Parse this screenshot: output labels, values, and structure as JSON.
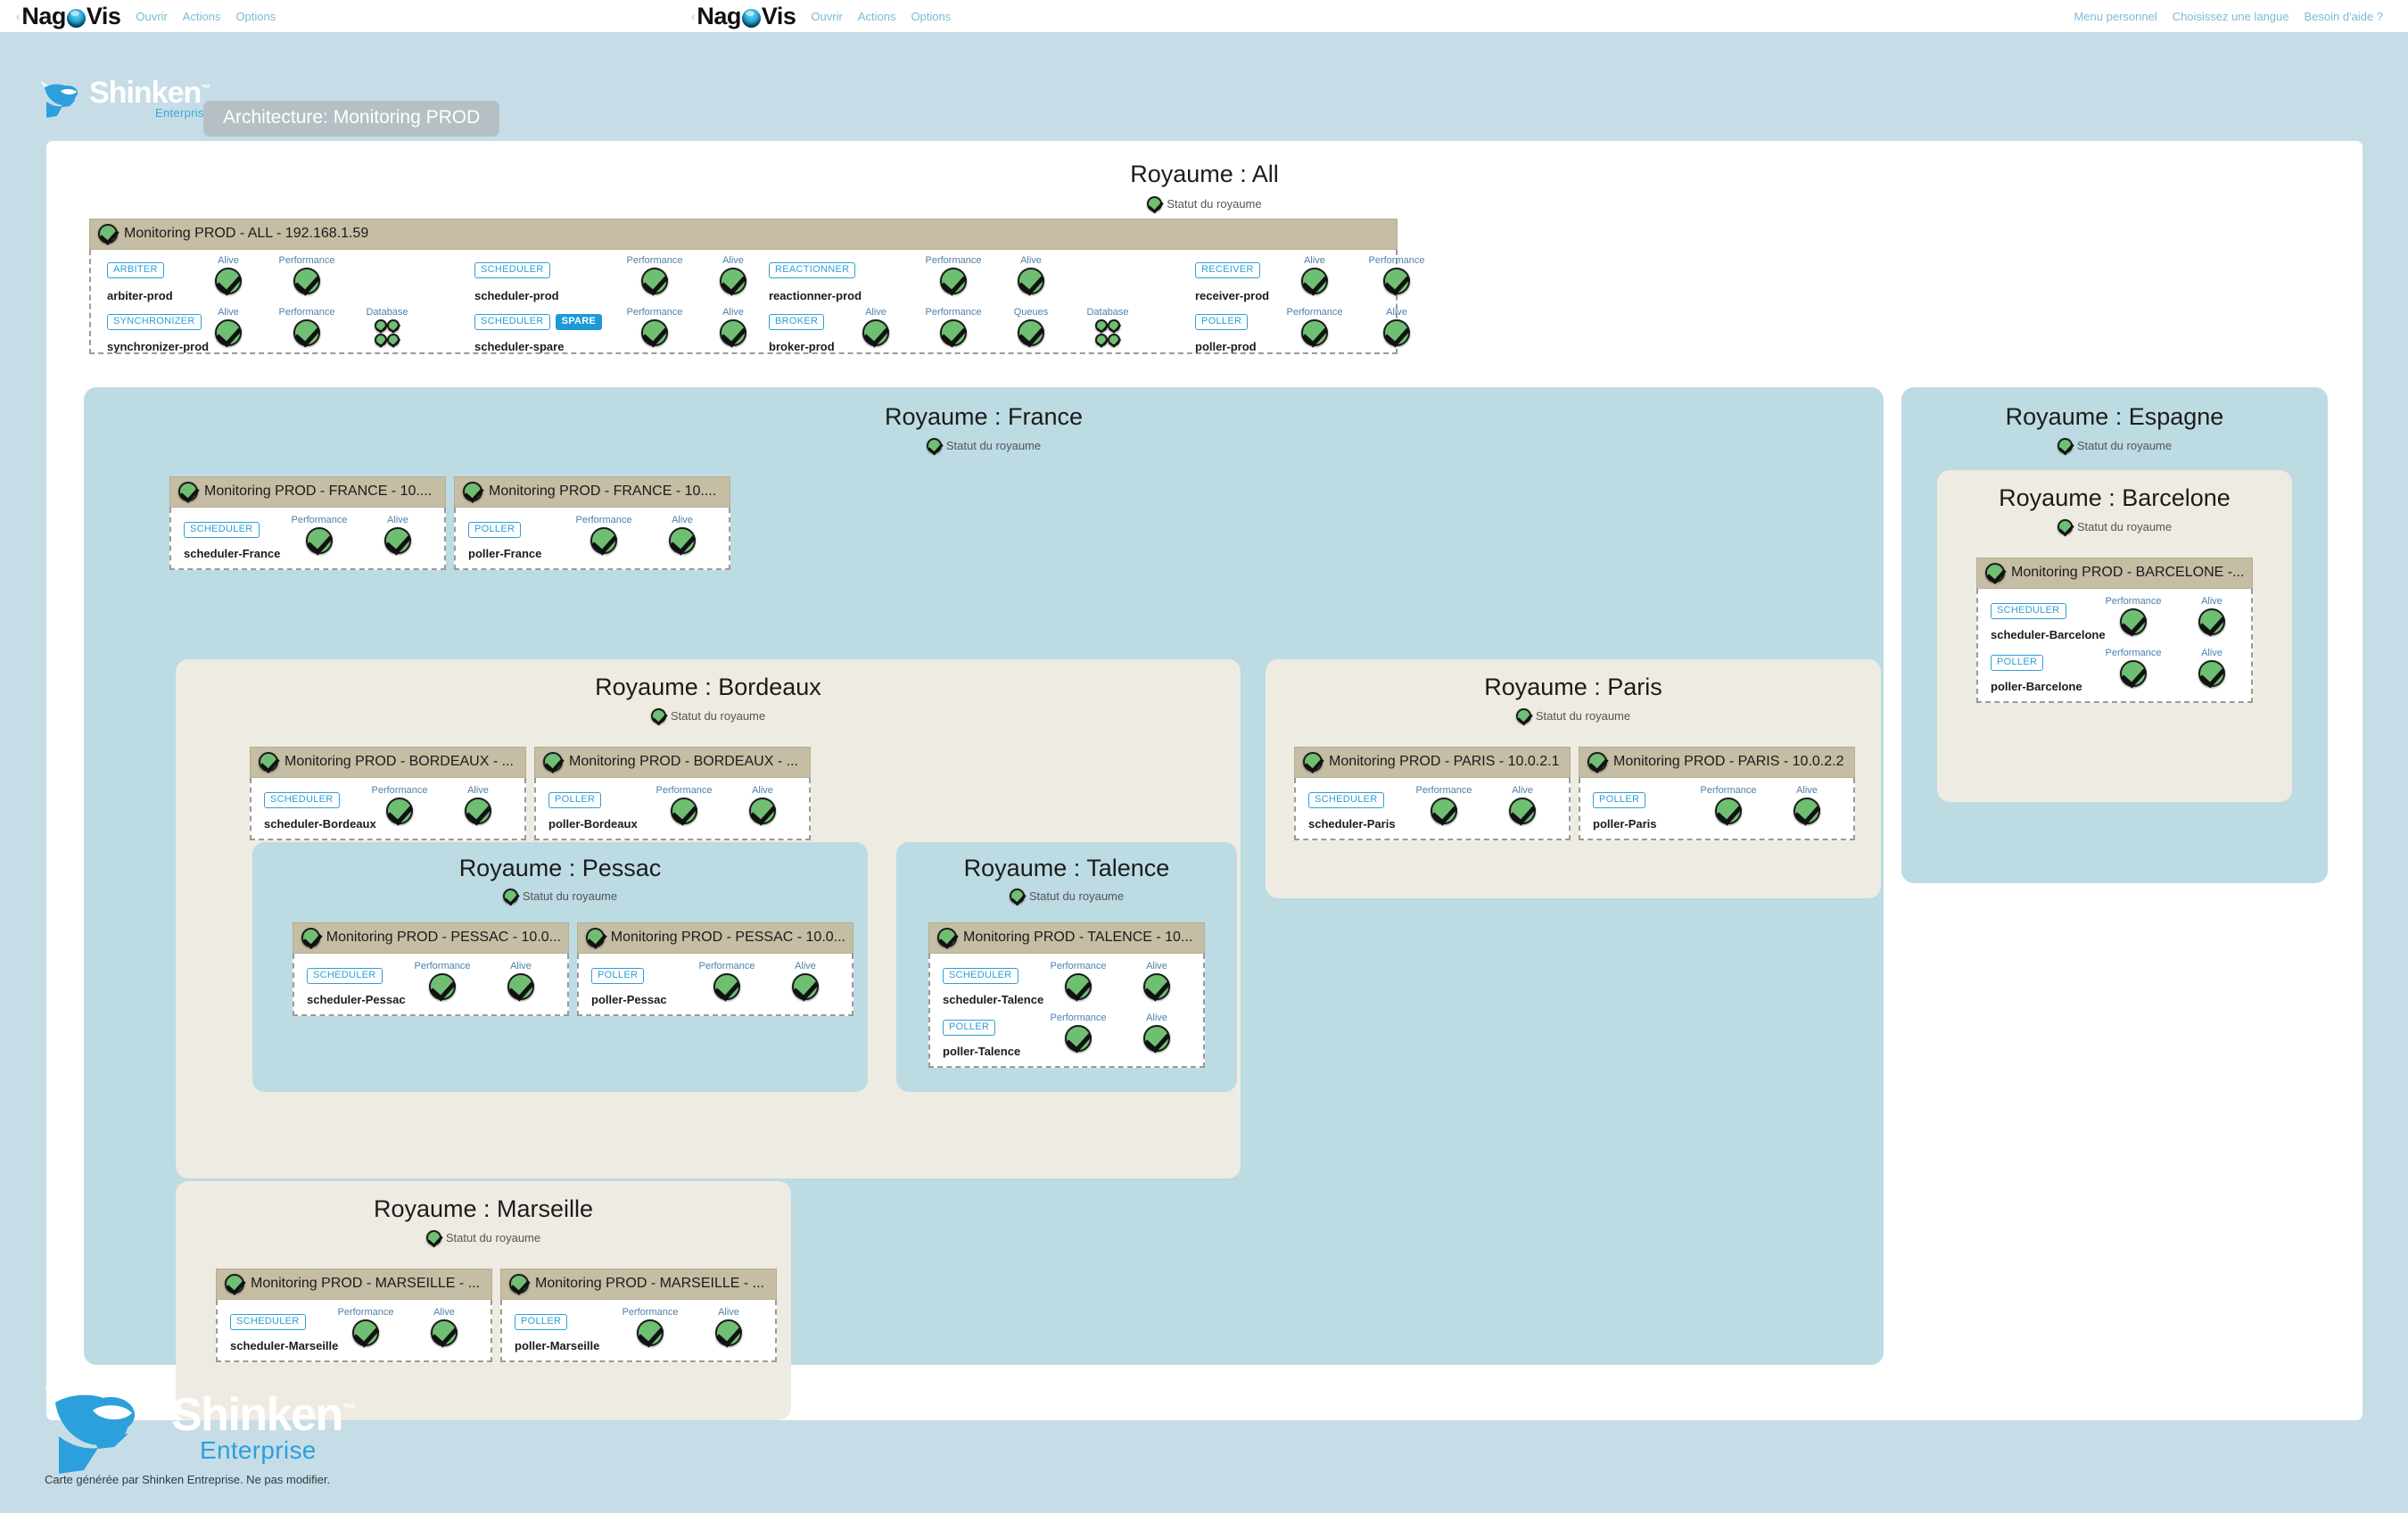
{
  "nav": {
    "brand": "NagVis",
    "links": [
      "Ouvrir",
      "Actions",
      "Options"
    ],
    "right_links": [
      "Menu personnel",
      "Choisissez une langue",
      "Besoin d'aide ?"
    ]
  },
  "brand": {
    "name": "Shinken",
    "tm": "™",
    "sub": "Enterprise",
    "map_title": "Architecture: Monitoring PROD"
  },
  "footer": {
    "name": "Shinken",
    "tm": "™",
    "sub": "Enterprise",
    "note": "Carte générée par Shinken Entreprise. Ne pas modifier."
  },
  "labels": {
    "realm_status": "Statut du royaume",
    "alive": "Alive",
    "performance": "Performance",
    "database": "Database",
    "queues": "Queues"
  },
  "realms": {
    "all": {
      "title": "Royaume : All",
      "status": "Statut du royaume"
    },
    "france": {
      "title": "Royaume : France",
      "status": "Statut du royaume"
    },
    "espagne": {
      "title": "Royaume : Espagne",
      "status": "Statut du royaume"
    },
    "barcelone": {
      "title": "Royaume : Barcelone",
      "status": "Statut du royaume"
    },
    "bordeaux": {
      "title": "Royaume : Bordeaux",
      "status": "Statut du royaume"
    },
    "paris": {
      "title": "Royaume : Paris",
      "status": "Statut du royaume"
    },
    "pessac": {
      "title": "Royaume : Pessac",
      "status": "Statut du royaume"
    },
    "talence": {
      "title": "Royaume : Talence",
      "status": "Statut du royaume"
    },
    "marseille": {
      "title": "Royaume : Marseille",
      "status": "Statut du royaume"
    }
  },
  "hosts": {
    "all": {
      "title": "Monitoring PROD - ALL - 192.168.1.59"
    },
    "france_1": {
      "title": "Monitoring PROD - FRANCE - 10...."
    },
    "france_2": {
      "title": "Monitoring PROD - FRANCE - 10...."
    },
    "bordeaux_1": {
      "title": "Monitoring PROD - BORDEAUX - ..."
    },
    "bordeaux_2": {
      "title": "Monitoring PROD - BORDEAUX - ..."
    },
    "paris_1": {
      "title": "Monitoring PROD - PARIS - 10.0.2.1"
    },
    "paris_2": {
      "title": "Monitoring PROD - PARIS - 10.0.2.2"
    },
    "pessac_1": {
      "title": "Monitoring PROD - PESSAC - 10.0..."
    },
    "pessac_2": {
      "title": "Monitoring PROD - PESSAC - 10.0..."
    },
    "talence_1": {
      "title": "Monitoring PROD - TALENCE - 10..."
    },
    "marseille_1": {
      "title": "Monitoring PROD - MARSEILLE - ..."
    },
    "marseille_2": {
      "title": "Monitoring PROD - MARSEILLE - ..."
    },
    "barcelone_1": {
      "title": "Monitoring PROD - BARCELONE -..."
    }
  },
  "daemons": {
    "arbiter": {
      "tag": "ARBITER",
      "name": "arbiter-prod"
    },
    "synchronizer": {
      "tag": "SYNCHRONIZER",
      "name": "synchronizer-prod"
    },
    "scheduler_prod": {
      "tag": "SCHEDULER",
      "name": "scheduler-prod"
    },
    "scheduler_spare": {
      "tag": "SCHEDULER",
      "tag2": "SPARE",
      "name": "scheduler-spare"
    },
    "reactionner": {
      "tag": "REACTIONNER",
      "name": "reactionner-prod"
    },
    "broker": {
      "tag": "BROKER",
      "name": "broker-prod"
    },
    "receiver": {
      "tag": "RECEIVER",
      "name": "receiver-prod"
    },
    "poller_prod": {
      "tag": "POLLER",
      "name": "poller-prod"
    },
    "scheduler_france": {
      "tag": "SCHEDULER",
      "name": "scheduler-France"
    },
    "poller_france": {
      "tag": "POLLER",
      "name": "poller-France"
    },
    "scheduler_bordeaux": {
      "tag": "SCHEDULER",
      "name": "scheduler-Bordeaux"
    },
    "poller_bordeaux": {
      "tag": "POLLER",
      "name": "poller-Bordeaux"
    },
    "scheduler_paris": {
      "tag": "SCHEDULER",
      "name": "scheduler-Paris"
    },
    "poller_paris": {
      "tag": "POLLER",
      "name": "poller-Paris"
    },
    "scheduler_pessac": {
      "tag": "SCHEDULER",
      "name": "scheduler-Pessac"
    },
    "poller_pessac": {
      "tag": "POLLER",
      "name": "poller-Pessac"
    },
    "scheduler_talence": {
      "tag": "SCHEDULER",
      "name": "scheduler-Talence"
    },
    "poller_talence": {
      "tag": "POLLER",
      "name": "poller-Talence"
    },
    "scheduler_marseille": {
      "tag": "SCHEDULER",
      "name": "scheduler-Marseille"
    },
    "poller_marseille": {
      "tag": "POLLER",
      "name": "poller-Marseille"
    },
    "scheduler_barcelone": {
      "tag": "SCHEDULER",
      "name": "scheduler-Barcelone"
    },
    "poller_barcelone": {
      "tag": "POLLER",
      "name": "poller-Barcelone"
    }
  },
  "colors": {
    "page_bg": "#c6dde7",
    "panel_blue": "#bcdbe3",
    "panel_cream": "#eeebe2",
    "host_header": "#c5bda4",
    "tag_blue": "#2e9fd4",
    "spare_blue": "#1c9ad6",
    "status_green": "#6fbf73",
    "link_blue": "#7cb9d6"
  }
}
